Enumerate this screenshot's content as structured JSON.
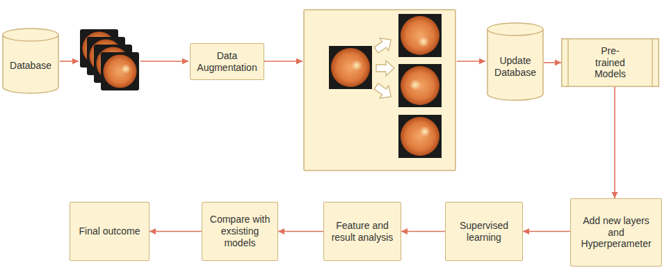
{
  "diagram": {
    "nodes": [
      {
        "text": [
          "Database"
        ]
      },
      {
        "text": [
          "Data Augmentation"
        ]
      },
      {
        "text": [
          "Update Database"
        ]
      },
      {
        "text": [
          "Pre-trained Models"
        ]
      },
      {
        "text": [
          "Add new layers and Hyperperameter"
        ]
      },
      {
        "text": [
          "Supervised learning"
        ]
      },
      {
        "text": [
          "Feature and result analysis"
        ]
      },
      {
        "text": [
          "Compare with exsisting models"
        ]
      },
      {
        "text": [
          "Final outcome"
        ]
      }
    ],
    "edges": [
      {
        "from": 2,
        "to": 3,
        "arrow": "to"
      },
      {
        "from": 3,
        "to": 4,
        "arrow": "to"
      },
      {
        "from": 4,
        "to": 5,
        "arrow": "to"
      },
      {
        "from": 5,
        "to": 6,
        "arrow": "to"
      },
      {
        "from": 6,
        "to": 7,
        "arrow": "to"
      },
      {
        "from": 7,
        "to": 8,
        "arrow": "to"
      }
    ]
  }
}
